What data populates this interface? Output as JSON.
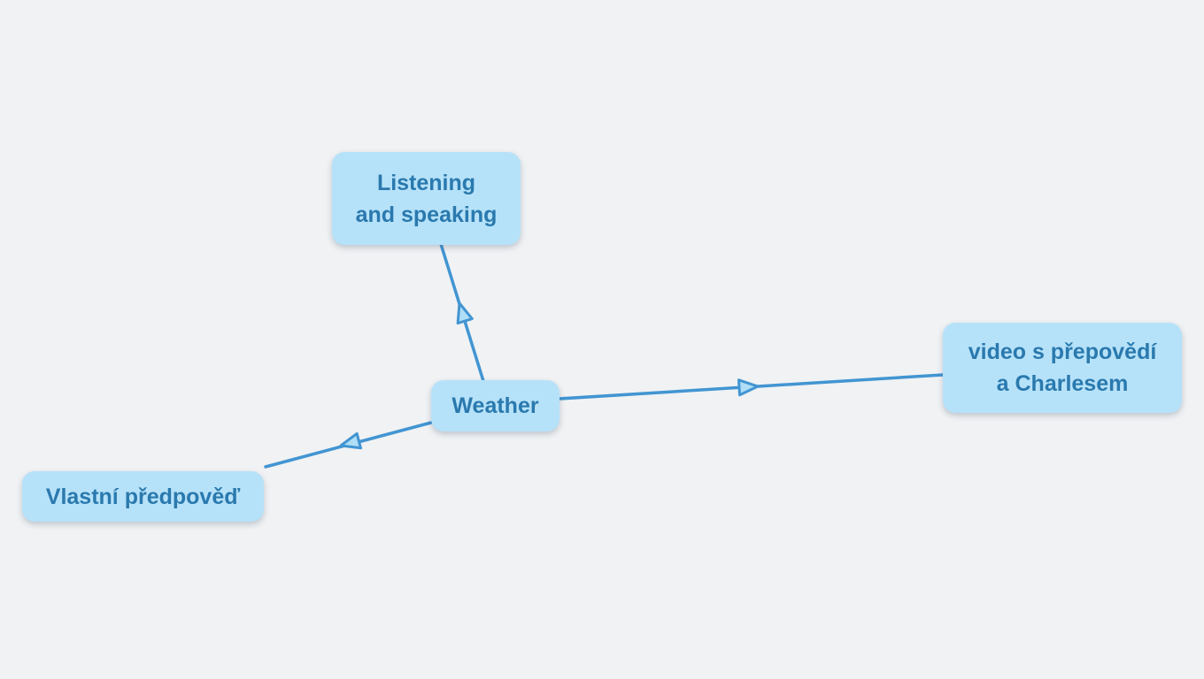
{
  "colors": {
    "bg": "#f0f2f4",
    "node-fill": "#b6e2f9",
    "node-text": "#2a79ae",
    "edge": "#4295d2",
    "arrow-fill": "#b0def6"
  },
  "mindmap": {
    "nodes": [
      {
        "id": "weather",
        "label": "Weather"
      },
      {
        "id": "listening",
        "label": "Listening\nand speaking"
      },
      {
        "id": "video",
        "label": "video s přepovědí\na Charlesem"
      },
      {
        "id": "vlastni",
        "label": "Vlastní předpověď"
      }
    ],
    "edges": [
      {
        "from": "Weather",
        "to": "Listening and speaking"
      },
      {
        "from": "Weather",
        "to": "video s přepovědí a Charlesem"
      },
      {
        "from": "Weather",
        "to": "Vlastní předpověď"
      }
    ]
  }
}
